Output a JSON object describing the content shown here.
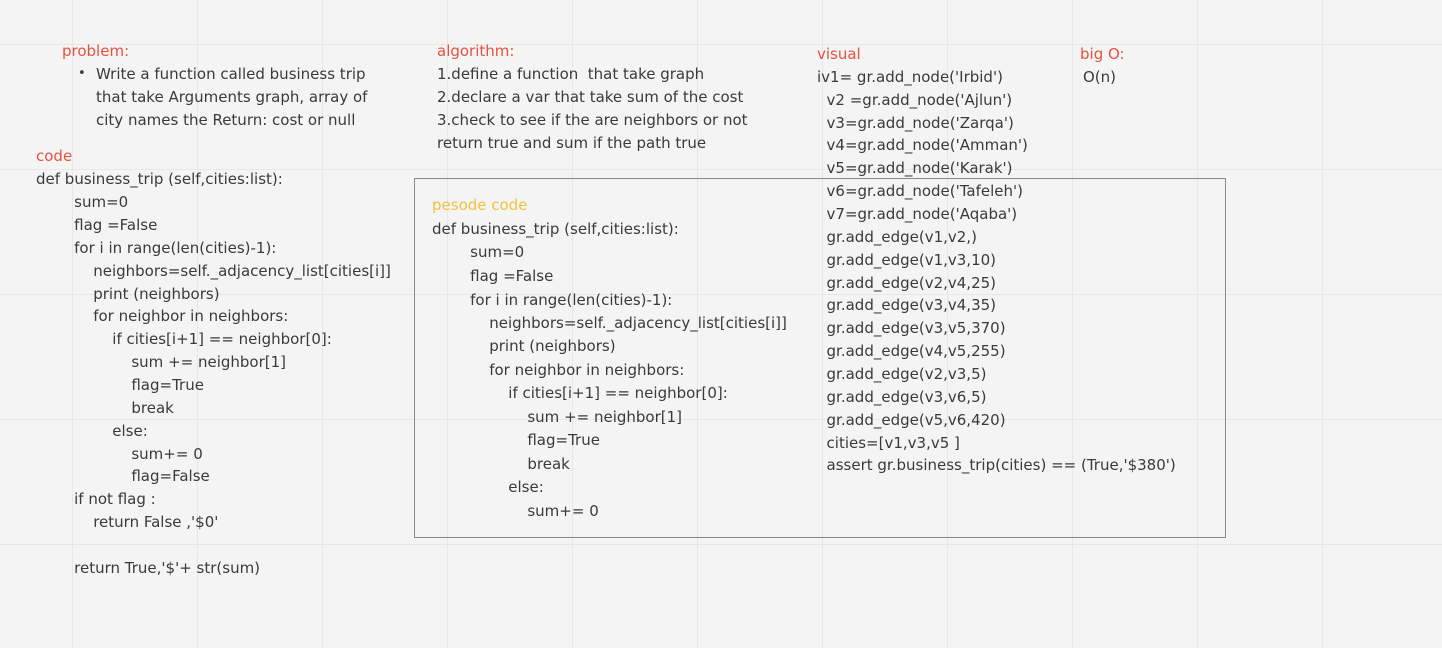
{
  "problem": {
    "heading": "problem:",
    "lines": [
      "Write a function called business trip",
      "that take Arguments graph, array of",
      "city names the Return: cost or null"
    ]
  },
  "algorithm": {
    "heading": "algorithm:",
    "lines": [
      "1.define a function  that take graph",
      "2.declare a var that take sum of the cost",
      "3.check to see if the are neighbors or not",
      "return true and sum if the path true"
    ]
  },
  "visual": {
    "heading": "visual",
    "lines": [
      "iv1= gr.add_node('Irbid')",
      "  v2 =gr.add_node('Ajlun')",
      "  v3=gr.add_node('Zarqa')",
      "  v4=gr.add_node('Amman')",
      "  v5=gr.add_node('Karak')",
      "  v6=gr.add_node('Tafeleh')",
      "  v7=gr.add_node('Aqaba')",
      "  gr.add_edge(v1,v2,)",
      "  gr.add_edge(v1,v3,10)",
      "  gr.add_edge(v2,v4,25)",
      "  gr.add_edge(v3,v4,35)",
      "  gr.add_edge(v3,v5,370)",
      "  gr.add_edge(v4,v5,255)",
      "  gr.add_edge(v2,v3,5)",
      "  gr.add_edge(v3,v6,5)",
      "  gr.add_edge(v5,v6,420)",
      "  cities=[v1,v3,v5 ]",
      "  assert gr.business_trip(cities) == (True,'$380')"
    ]
  },
  "bigo": {
    "heading": "big O:",
    "value": "O(n)"
  },
  "code": {
    "heading": "code",
    "lines": [
      "def business_trip (self,cities:list):",
      "        sum=0",
      "        flag =False",
      "        for i in range(len(cities)-1):",
      "            neighbors=self._adjacency_list[cities[i]]",
      "            print (neighbors)",
      "            for neighbor in neighbors:",
      "                if cities[i+1] == neighbor[0]:",
      "                    sum += neighbor[1]",
      "                    flag=True",
      "                    break",
      "                else:",
      "                    sum+= 0",
      "                    flag=False",
      "        if not flag :",
      "            return False ,'$0'",
      "",
      "        return True,'$'+ str(sum)"
    ]
  },
  "pseudo": {
    "heading": "pesode code",
    "lines": [
      "def business_trip (self,cities:list):",
      "        sum=0",
      "        flag =False",
      "        for i in range(len(cities)-1):",
      "            neighbors=self._adjacency_list[cities[i]]",
      "            print (neighbors)",
      "            for neighbor in neighbors:",
      "                if cities[i+1] == neighbor[0]:",
      "                    sum += neighbor[1]",
      "                    flag=True",
      "                    break",
      "                else:",
      "                    sum+= 0"
    ]
  },
  "colors": {
    "heading_red": "#e8513e",
    "heading_yellow": "#f2c03c",
    "text": "#3a3a3a",
    "frame_border": "#8a8a8a",
    "grid": "#e7e7e7",
    "background": "#f4f4f4"
  }
}
